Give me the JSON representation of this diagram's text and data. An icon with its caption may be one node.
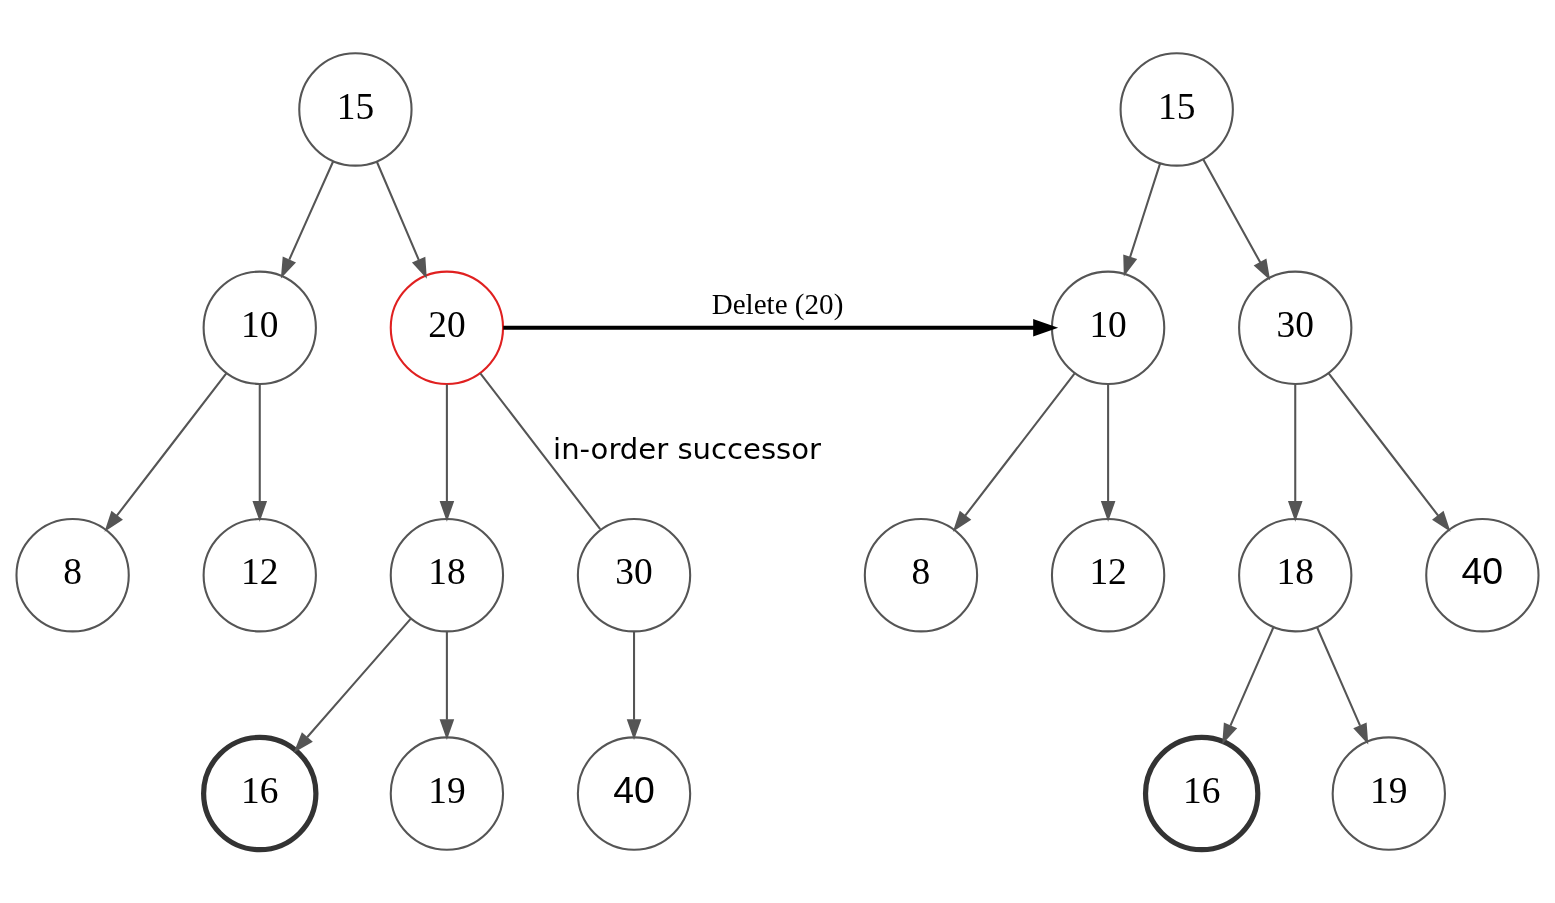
{
  "diagram": {
    "nodes": [
      {
        "text": [
          "15"
        ]
      },
      {
        "text": [
          "10"
        ]
      },
      {
        "text": [
          "20"
        ]
      },
      {
        "text": [
          "8"
        ]
      },
      {
        "text": [
          "12"
        ]
      },
      {
        "text": [
          "18"
        ]
      },
      {
        "text": [
          "30"
        ]
      },
      {
        "text": [
          "16"
        ]
      },
      {
        "text": [
          "19"
        ]
      },
      {
        "text": [
          "40"
        ]
      },
      {
        "text": [
          "15"
        ]
      },
      {
        "text": [
          "10"
        ]
      },
      {
        "text": [
          "30"
        ]
      },
      {
        "text": [
          "8"
        ]
      },
      {
        "text": [
          "12"
        ]
      },
      {
        "text": [
          "18"
        ]
      },
      {
        "text": [
          "40"
        ]
      },
      {
        "text": [
          "16"
        ]
      },
      {
        "text": [
          "19"
        ]
      }
    ],
    "edges": [
      {
        "from": 0,
        "to": 1,
        "arrow": "to"
      },
      {
        "from": 0,
        "to": 2,
        "arrow": "to"
      },
      {
        "from": 1,
        "to": 3,
        "arrow": "to"
      },
      {
        "from": 1,
        "to": 4,
        "arrow": "to"
      },
      {
        "from": 2,
        "to": 5,
        "arrow": "to"
      },
      {
        "from": 2,
        "to": 6,
        "arrow": "none",
        "label": "in-order successor"
      },
      {
        "from": 5,
        "to": 7,
        "arrow": "to"
      },
      {
        "from": 5,
        "to": 8,
        "arrow": "to"
      },
      {
        "from": 6,
        "to": 9,
        "arrow": "to"
      },
      {
        "from": 2,
        "to": 11,
        "arrow": "to",
        "label": "Delete (20)",
        "color": "#000000"
      },
      {
        "from": 10,
        "to": 11,
        "arrow": "to"
      },
      {
        "from": 10,
        "to": 12,
        "arrow": "to"
      },
      {
        "from": 11,
        "to": 13,
        "arrow": "to"
      },
      {
        "from": 11,
        "to": 14,
        "arrow": "to"
      },
      {
        "from": 12,
        "to": 15,
        "arrow": "to"
      },
      {
        "from": 12,
        "to": 16,
        "arrow": "to"
      },
      {
        "from": 15,
        "to": 17,
        "arrow": "to"
      },
      {
        "from": 15,
        "to": 18,
        "arrow": "to"
      }
    ]
  }
}
